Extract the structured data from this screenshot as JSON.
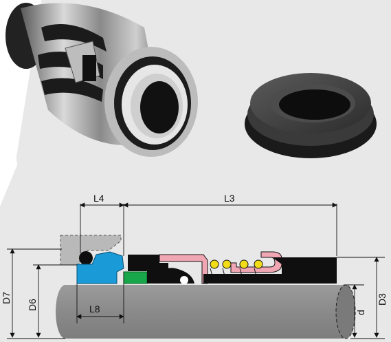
{
  "dimensions": {
    "L4": "L4",
    "L3": "L3",
    "L8": "L8",
    "D7": "D7",
    "D6": "D6",
    "D3": "D3",
    "d": "d"
  },
  "colors": {
    "background_panel": "#e9e9e9",
    "shaft": "#8f8f8f",
    "housing": "#b9b9b9",
    "stationary_seat": "#1a9ad6",
    "green_ring": "#17a74a",
    "rotating_body": "#0f0f0f",
    "spring_retainer": "#f1a7b3",
    "spring_coils": "#f2dc17"
  },
  "icons": {
    "seal_assembly": "mechanical-seal-photo-icon",
    "seat_ring": "stationary-seat-photo-icon"
  }
}
